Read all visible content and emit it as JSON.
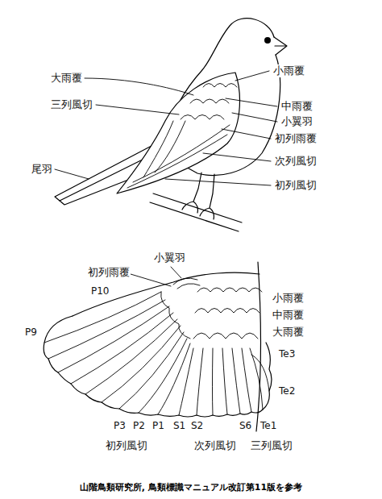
{
  "diagram": {
    "caption": "山階鳥類研究所, 鳥類標識マニュアル改訂第11版を参考",
    "labels": [
      "大雨覆",
      "三列風切",
      "尾羽",
      "小雨覆",
      "中雨覆",
      "小翼羽",
      "初列雨覆",
      "次列風切",
      "初列風切",
      "小翼羽",
      "初列雨覆",
      "P10",
      "P9",
      "P3",
      "P2",
      "P1",
      "S1",
      "S2",
      "S6",
      "Te1",
      "Te3",
      "Te2",
      "小雨覆",
      "中雨覆",
      "大雨覆",
      "初列風切",
      "次列風切",
      "三列風切"
    ]
  }
}
